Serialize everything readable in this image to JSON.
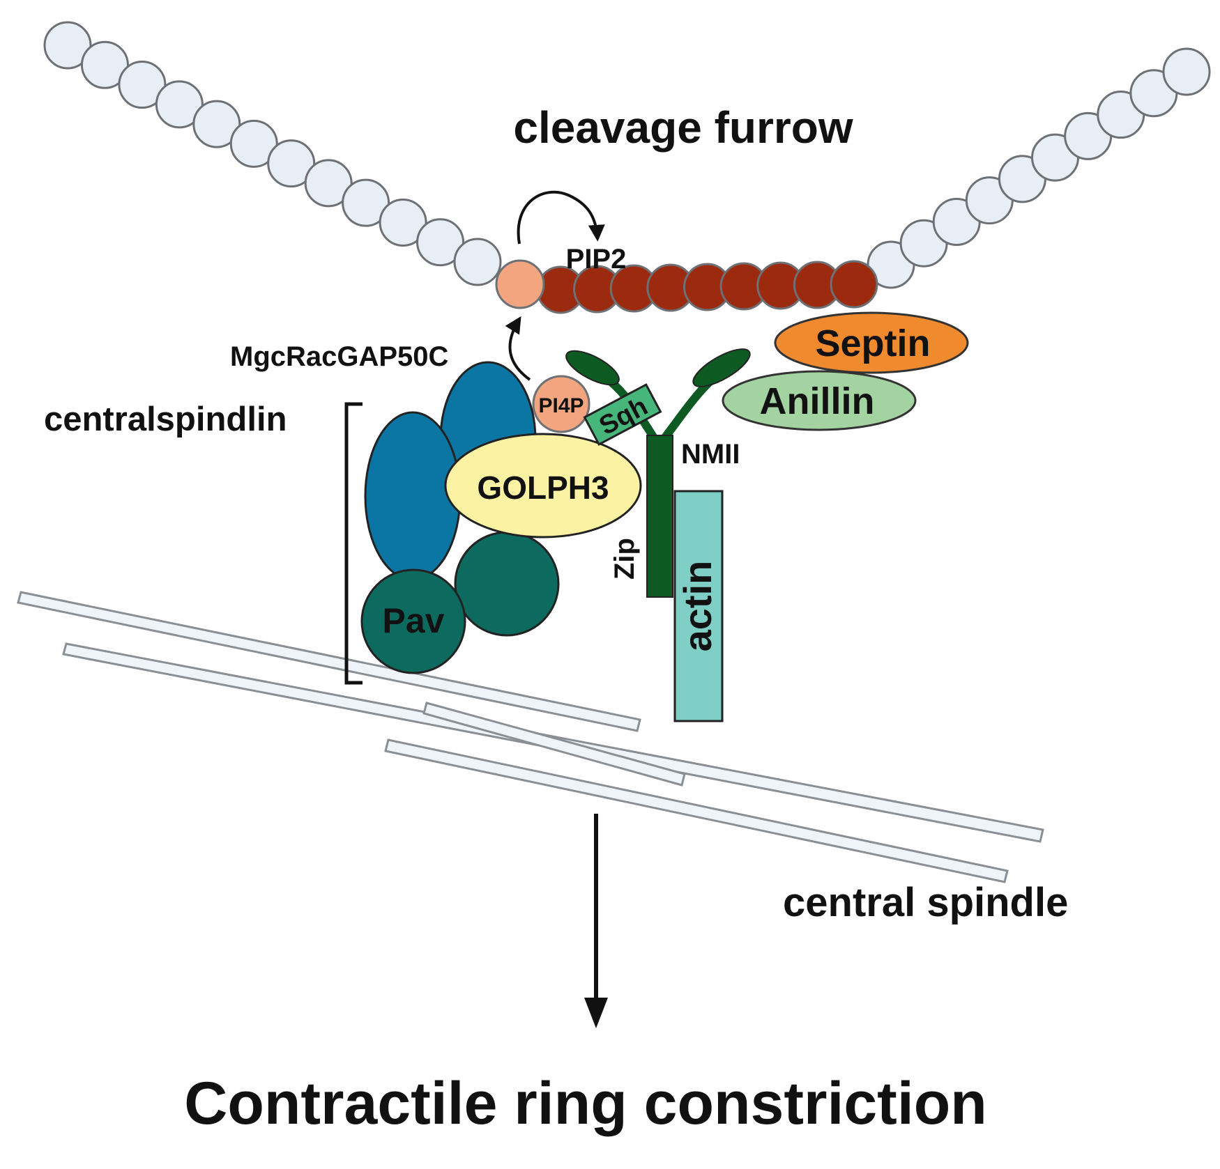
{
  "labels": {
    "cleavage_furrow": "cleavage furrow",
    "pip2": "PIP2",
    "mgcracgap50c": "MgcRacGAP50C",
    "centralspindlin": "centralspindlin",
    "pi4p": "PI4P",
    "sqh": "Sqh",
    "nmii": "NMII",
    "septin": "Septin",
    "anillin": "Anillin",
    "golph3": "GOLPH3",
    "zip": "Zip",
    "actin": "actin",
    "pav": "Pav",
    "central_spindle": "central spindle",
    "outcome": "Contractile ring constriction"
  },
  "colors": {
    "membrane_bead": "#e8eef6",
    "membrane_stroke": "#6d7075",
    "pip2_bead": "#9c2a0f",
    "pi4p_bead": "#f3a57f",
    "septin": "#ef8a2e",
    "anillin": "#a3d3a0",
    "golph3": "#fbf3a3",
    "mgcracgap": "#0b76a3",
    "pav": "#0c6b5e",
    "nmii": "#0d5a22",
    "sqh": "#47b67a",
    "actin": "#7fcfc6",
    "microtubule": "#eef4fa"
  },
  "icons": [
    "curved-arrow-icon",
    "down-arrow-icon"
  ]
}
